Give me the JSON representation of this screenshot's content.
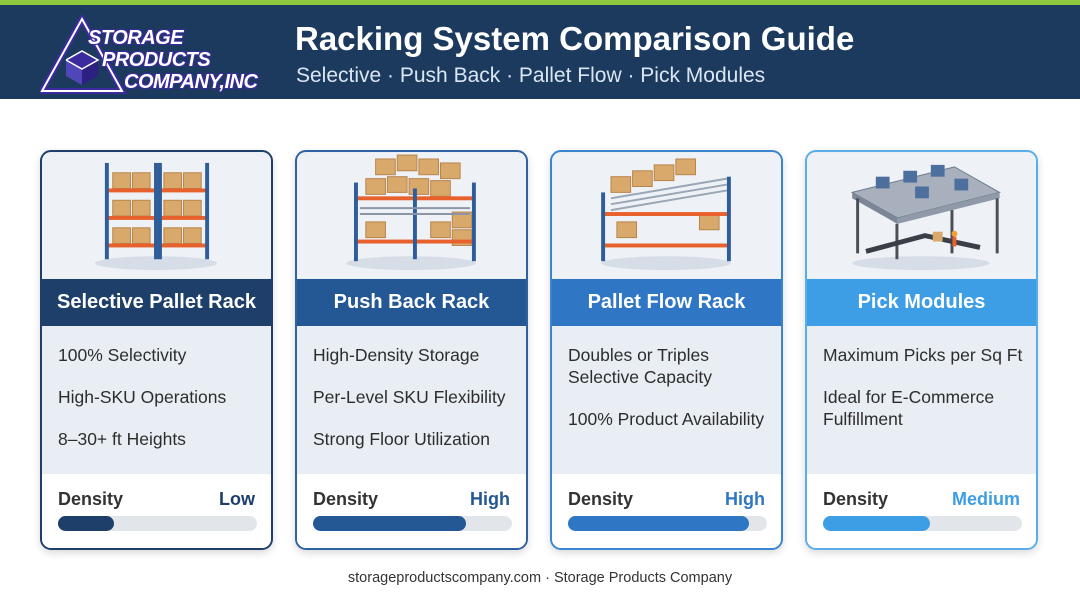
{
  "header": {
    "logo": {
      "lines": [
        "STORAGE",
        "PRODUCTS",
        "COMPANY,INC"
      ]
    },
    "title": "Racking System Comparison Guide",
    "subtitle": "Selective · Push Back · Pallet Flow · Pick Modules"
  },
  "colors": {
    "header_bg": "#1c3a5e",
    "accent_green": "#8dc63f",
    "logo_purple": "#3b2b9e",
    "bar_track": "#e2e5ea"
  },
  "cards": [
    {
      "title": "Selective Pallet Rack",
      "image_icon": "selective-pallet-rack-illustration",
      "accent": "#1e3f6a",
      "border": "#1e3f6a",
      "features": [
        "100% Selectivity",
        "High-SKU Operations",
        "8–30+ ft Heights"
      ],
      "density_label": "Density",
      "density_value": "Low",
      "density_level": 0.28
    },
    {
      "title": "Push Back Rack",
      "image_icon": "push-back-rack-illustration",
      "accent": "#245894",
      "border": "#2e62a3",
      "features": [
        "High-Density Storage",
        "Per-Level SKU Flexibility",
        "Strong Floor Utilization"
      ],
      "density_label": "Density",
      "density_value": "High",
      "density_level": 0.77
    },
    {
      "title": "Pallet Flow Rack",
      "image_icon": "pallet-flow-rack-illustration",
      "accent": "#2f76c4",
      "border": "#3a84d0",
      "features": [
        "Doubles or Triples Selective Capacity",
        "100% Product Availability"
      ],
      "density_label": "Density",
      "density_value": "High",
      "density_level": 0.91
    },
    {
      "title": "Pick Modules",
      "image_icon": "pick-module-illustration",
      "accent": "#3d9ee6",
      "border": "#5aaee8",
      "features": [
        "Maximum Picks per Sq Ft",
        "Ideal for E-Commerce Fulfillment"
      ],
      "density_label": "Density",
      "density_value": "Medium",
      "density_level": 0.54
    }
  ],
  "footer": {
    "text": "storageproductscompany.com · Storage Products Company"
  }
}
